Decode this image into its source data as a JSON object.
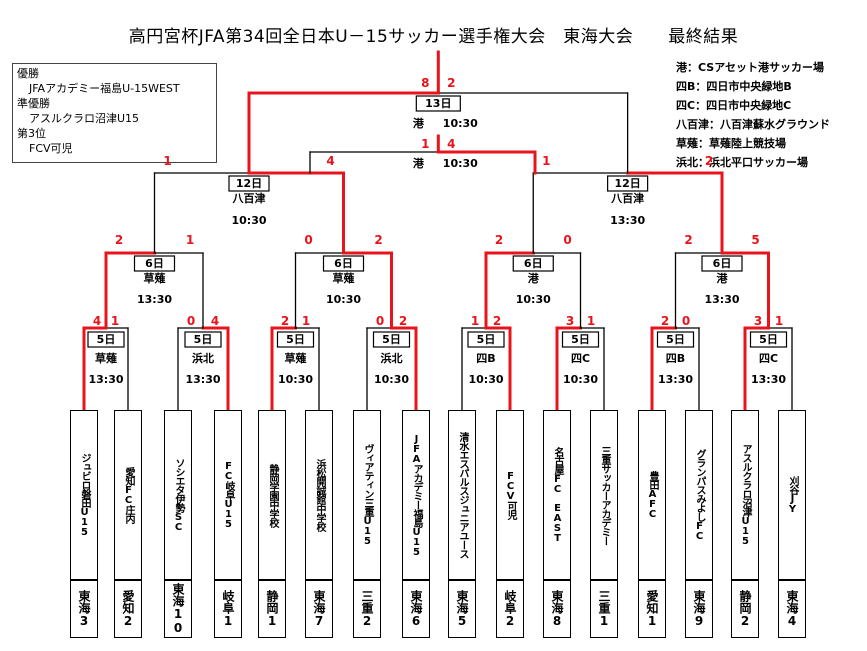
{
  "title": "高円宮杯JFA第34回全日本U－15サッカー選手権大会　東海大会　　最終結果",
  "summary": {
    "winner_label": "優勝",
    "winner": "JFAアカデミー福島U-15WEST",
    "runner_label": "準優勝",
    "runner": "アスルクラロ沼津U15",
    "third_label": "第3位",
    "third": "FCV可児"
  },
  "venues": [
    "港：CSアセット港サッカー場",
    "四B：四日市中央緑地B",
    "四C：四日市中央緑地C",
    "八百津：八百津蘇水グラウンド",
    "草薙：草薙陸上競技場",
    "浜北：浜北平口サッカー場"
  ],
  "teams": [
    {
      "name": "ジュビロ磐田U15",
      "pref": "東海3"
    },
    {
      "name": "愛知FC庄内",
      "pref": "愛知2"
    },
    {
      "name": "ソシエタ伊勢SC",
      "pref": "東海10"
    },
    {
      "name": "FC岐阜U15",
      "pref": "岐阜1"
    },
    {
      "name": "静岡学園中学校",
      "pref": "静岡1"
    },
    {
      "name": "浜松開誠館中学校",
      "pref": "東海7"
    },
    {
      "name": "ヴィアティン三重U15",
      "pref": "三重2"
    },
    {
      "name": "JFAアカデミー福島U15",
      "pref": "東海6"
    },
    {
      "name": "清水エスパルスジュニアユース",
      "pref": "東海5"
    },
    {
      "name": "FCV可児",
      "pref": "岐阜2"
    },
    {
      "name": "名古屋FC　EAST",
      "pref": "東海8"
    },
    {
      "name": "三重サッカーアカデミー",
      "pref": "三重1"
    },
    {
      "name": "豊田AFC",
      "pref": "愛知1"
    },
    {
      "name": "グランパスみよしFC",
      "pref": "東海9"
    },
    {
      "name": "アスルクラロ沼津U15",
      "pref": "静岡2"
    },
    {
      "name": "刈谷JY",
      "pref": "東海4"
    }
  ],
  "rounds": {
    "r1": [
      {
        "date": "5日",
        "venue": "草薙",
        "time": "13:30",
        "scores": [
          "4",
          "1"
        ],
        "winner": 0
      },
      {
        "date": "5日",
        "venue": "浜北",
        "time": "13:30",
        "scores": [
          "0",
          "4"
        ],
        "winner": 1
      },
      {
        "date": "5日",
        "venue": "草薙",
        "time": "10:30",
        "scores": [
          "2",
          "1"
        ],
        "winner": 0
      },
      {
        "date": "5日",
        "venue": "浜北",
        "time": "10:30",
        "scores": [
          "0",
          "2"
        ],
        "winner": 1
      },
      {
        "date": "5日",
        "venue": "四B",
        "time": "10:30",
        "scores": [
          "1",
          "2"
        ],
        "winner": 1
      },
      {
        "date": "5日",
        "venue": "四C",
        "time": "10:30",
        "scores": [
          "3",
          "1"
        ],
        "winner": 0
      },
      {
        "date": "5日",
        "venue": "四B",
        "time": "13:30",
        "scores": [
          "2",
          "0"
        ],
        "winner": 0
      },
      {
        "date": "5日",
        "venue": "四C",
        "time": "13:30",
        "scores": [
          "3",
          "1"
        ],
        "winner": 0
      }
    ],
    "r2": [
      {
        "date": "6日",
        "venue": "草薙",
        "time": "13:30",
        "scores": [
          "2",
          "1"
        ],
        "winner": 0
      },
      {
        "date": "6日",
        "venue": "草薙",
        "time": "10:30",
        "scores": [
          "0",
          "2"
        ],
        "winner": 1
      },
      {
        "date": "6日",
        "venue": "港",
        "time": "10:30",
        "scores": [
          "2",
          "0"
        ],
        "winner": 0
      },
      {
        "date": "6日",
        "venue": "港",
        "time": "13:30",
        "scores": [
          "2",
          "5"
        ],
        "winner": 1
      }
    ],
    "r3": [
      {
        "date": "12日",
        "venue": "八百津",
        "time": "10:30",
        "scores": [
          "1",
          "4"
        ],
        "winner": 1
      },
      {
        "date": "12日",
        "venue": "八百津",
        "time": "13:30",
        "scores": [
          "1",
          "2"
        ],
        "winner": 1
      }
    ],
    "final": {
      "date": "13日",
      "venue": "港",
      "time": "10:30",
      "scores": [
        "8",
        "2"
      ],
      "winner": 0
    },
    "third_place": {
      "venue": "港",
      "time": "10:30",
      "scores": [
        "1",
        "4"
      ],
      "winner": 1
    }
  },
  "colors": {
    "win": "#e8141c",
    "lose": "#000000"
  }
}
